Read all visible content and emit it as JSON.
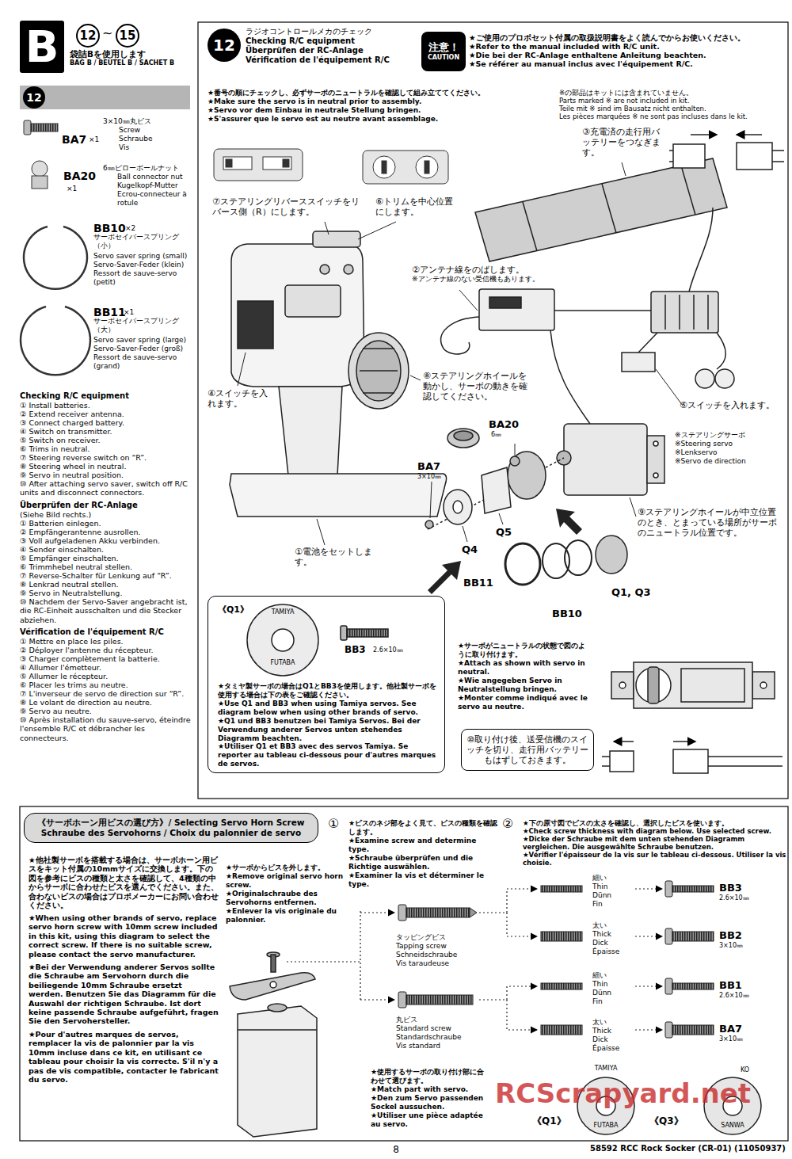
{
  "diagram": {
    "nodes": [
      {
        "text": [
          "B"
        ]
      },
      {
        "text": [
          "12"
        ]
      },
      {
        "text": [
          "15"
        ]
      },
      {
        "text": [
          "12"
        ]
      },
      {
        "text": [
          "12"
        ]
      },
      {
        "text": [
          "注意！",
          "CAUTION"
        ]
      },
      {
        "text": [
          "《Q1》",
          "BB3",
          "2.6×10㎜",
          "★タミヤ製サーボの場合はQ1とBB3を使用します。他社製サーボを使用する場合は下の表をご確認ください。",
          "★Use Q1 and BB3 when using Tamiya servos. See diagram below when using other brands of servo.",
          "★Q1 und BB3 benutzen bei Tamiya Servos. Bei der Verwendung anderer Servos unten stehendes Diagramm beachten.",
          "★Utiliser Q1 et BB3 avec des servos Tamiya. Se reporter au tableau ci-dessous pour d'autres marques de servos."
        ]
      },
      {
        "text": [
          "⑩取り付け後、送受信機のスイッチを切り、走行用バッテリーもはずしておきます。"
        ]
      },
      {
        "text": [
          "《サーボホーン用ビスの選び方》/ Selecting Servo Horn Screw",
          "Schraube des Servohorns / Choix du palonnier de servo"
        ]
      }
    ],
    "labels": [
      "袋詰Bを使用します",
      "BAG B / BEUTEL B / SACHET B",
      "3×10㎜丸ビス",
      "Screw",
      "Schraube",
      "Vis",
      "BA7",
      "×1",
      "6㎜ピローボールナット",
      "Ball connector nut",
      "Kugelkopf-Mutter",
      "Ecrou-connecteur à rotule",
      "BA20",
      "×1",
      "BB10",
      "×2",
      "サーボセイバースプリング（小）",
      "Servo saver spring (small)",
      "Servo-Saver-Feder (klein)",
      "Ressort de sauve-servo (petit)",
      "BB11",
      "×1",
      "サーボセイバースプリング（大）",
      "Servo saver spring (large)",
      "Servo-Saver-Feder (groß)",
      "Ressort de sauve-servo (grand)",
      "Checking R/C equipment",
      "① Install batteries.",
      "② Extend receiver antenna.",
      "③ Connect charged battery.",
      "④ Switch on transmitter.",
      "⑤ Switch on receiver.",
      "⑥ Trims in neutral.",
      "⑦ Steering reverse switch on “R”.",
      "⑧ Steering wheel in neutral.",
      "⑨ Servo in neutral position.",
      "⑩ After attaching servo saver, switch off R/C units and disconnect connectors.",
      "Überprüfen der RC-Anlage",
      "(Siehe Bild rechts.)",
      "① Batterien einlegen.",
      "② Empfängerantenne ausrollen.",
      "③ Voll aufgeladenen Akku verbinden.",
      "④ Sender einschalten.",
      "⑤ Empfänger einschalten.",
      "⑥ Trimmhebel neutral stellen.",
      "⑦ Reverse-Schalter für Lenkung auf “R”.",
      "⑧ Lenkrad neutral stellen.",
      "⑨ Servo in Neutralstellung.",
      "⑩ Nachdem der Servo-Saver angebracht ist, die RC-Einheit ausschalten und die Stecker abziehen.",
      "Vérification de l'équipement R/C",
      "① Mettre en place les piles.",
      "② Déployer l'antenne du récepteur.",
      "③ Charger complètement la batterie.",
      "④ Allumer l'émetteur.",
      "⑤ Allumer le récepteur.",
      "⑥ Placer les trims au neutre.",
      "⑦ L'inverseur de servo de direction sur “R”.",
      "⑧ Le volant de direction au neutre.",
      "⑨ Servo au neutre.",
      "⑩ Après installation du sauve-servo, éteindre l'ensemble R/C et débrancher les connecteurs.",
      "ラジオコントロールメカのチェック",
      "Checking R/C equipment",
      "Überprüfen der RC-Anlage",
      "Vérification de l'équipement R/C",
      "★ご使用のプロポセット付属の取扱説明書をよく読んでからお使いください。",
      "★Refer to the manual included with R/C unit.",
      "★Die bei der RC-Anlage enthaltene Anleitung beachten.",
      "★Se référer au manual inclus avec l'équipement R/C.",
      "★番号の順にチェックし、必ずサーボのニュートラルを確認して組み立ててください。",
      "★Make sure the servo is in neutral prior to assembly.",
      "★Servo vor dem Einbau in neutrale Stellung bringen.",
      "★S'assurer que le servo est au neutre avant assemblage.",
      "※の部品はキットには含まれていません。",
      "Parts marked ※ are not included in kit.",
      "Teile mit ※ sind im Bausatz nicht enthalten.",
      "Les pièces marquées ※ ne sont pas incluses dans le kit.",
      "③充電済の走行用バッテリーをつなぎます。",
      "⑦ステアリングリバーススイッチをリバース側（R）にします。",
      "⑥トリムを中心位置にします。",
      "②アンテナ線をのばします。",
      "※アンテナ線のない受信機もあります。",
      "⑧ステアリングホイールを動かし、サーボの動きを確認してください。",
      "④スイッチを入れます。",
      "⑤スイッチを入れます。",
      "BA20",
      "6㎜",
      "BA7",
      "3×10㎜",
      "※ステアリングサーボ",
      "※Steering servo",
      "※Lenkservo",
      "※Servo de direction",
      "Q5",
      "Q4",
      "①電池をセットします。",
      "⑨ステアリングホイールが中立位置のとき、とまっている場所がサーボのニュートラル位置です。",
      "BB11",
      "BB10",
      "Q1, Q3",
      "★サーボがニュートラルの状態で図のように取り付けます。",
      "★Attach as shown with servo in neutral.",
      "★Wie angegeben Servo in Neutralstellung bringen.",
      "★Monter comme indiqué avec le servo au neutre.",
      "TAMIYA",
      "FUTABA",
      "★他社製サーボを搭載する場合は、サーボホーン用ビスをキット付属の10mmサイズに交換します。下の図を参考にビスの種類と太さを確認して、4種類の中からサーボに合わせたビスを選んでください。また、合わないビスの場合はプロポメーカーにお問い合わせください。",
      "★When using other brands of servo, replace servo horn screw with 10mm screw included in this kit, using this diagram to select the correct screw. If there is no suitable screw, please contact the servo manufacturer.",
      "★Bei der Verwendung anderer Servos sollte die Schraube am Servohorn durch die beiliegende 10mm Schraube ersetzt werden. Benutzen Sie das Diagramm für die Auswahl der richtigen Schraube. Ist dort keine passende Schraube aufgeführt, fragen Sie den Servohersteller.",
      "★Pour d'autres marques de servos, remplacer la vis de palonnier par la vis 10mm incluse dans ce kit, en utilisant ce tableau pour choisir la vis correcte. S'il n'y a pas de vis compatible, contacter le fabricant du servo.",
      "★サーボからビスを外します。",
      "★Remove original servo horn screw.",
      "★Originalschraube des Servohorns entfernen.",
      "★Enlever la vis originale du palonnier.",
      "①",
      "★ビスのネジ部をよく見て、ビスの種類を確認します。",
      "★Examine screw and determine type.",
      "★Schraube überprüfen und die Richtige auswählen.",
      "★Examiner la vis et déterminer le type.",
      "②",
      "★下の原寸図でビスの太さを確認し、選択したビスを使います。",
      "★Check screw thickness with diagram below. Use selected screw.",
      "★Dicke der Schraube mit dem unten stehenden Diagramm vergleichen. Die ausgewählte Schraube benutzen.",
      "★Vérifier l'épaisseur de la vis sur le tableau ci-dessous. Utiliser la vis choisie.",
      "タッピングビス",
      "Tapping screw",
      "Schneidschraube",
      "Vis taraudeuse",
      "丸ビス",
      "Standard screw",
      "Standardschraube",
      "Vis standard",
      "細い",
      "Thin",
      "Dünn",
      "Fin",
      "太い",
      "Thick",
      "Dick",
      "Épaisse",
      "細い",
      "Thin",
      "Dünn",
      "Fin",
      "太い",
      "Thick",
      "Dick",
      "Épaisse",
      "BB3",
      "2.6×10㎜",
      "BB2",
      "3×10㎜",
      "BB1",
      "2.6×10㎜",
      "BA7",
      "3×10㎜",
      "★使用するサーボの取り付け部に合わせて選びます。",
      "★Match part with servo.",
      "★Den zum Servo passenden Sockel aussuchen.",
      "★Utiliser une pièce adaptée au servo.",
      "《Q1》",
      "TAMIYA",
      "FUTABA",
      "《Q3》",
      "KO",
      "SANWA",
      "RCScrapyard.net",
      "8",
      "58592 RCC Rock Socker (CR-01) (11050937)",
      "~"
    ]
  }
}
